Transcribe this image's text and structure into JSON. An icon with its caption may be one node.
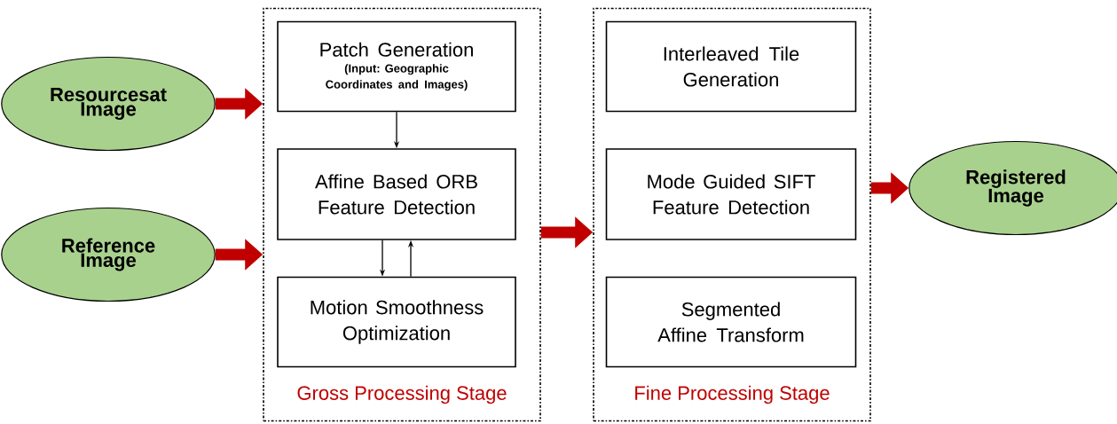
{
  "diagram": {
    "nodes": [
      {
        "text": [
          "Resourcesat Image"
        ]
      },
      {
        "text": [
          "Reference Image"
        ]
      },
      {
        "text": [
          "Gross Processing Stage"
        ]
      },
      {
        "text": [
          "Patch Generation",
          "(Input: Geographic Coordinates and Images)"
        ],
        "in": 2
      },
      {
        "text": [
          "Affine Based ORB Feature Detection"
        ],
        "in": 2
      },
      {
        "text": [
          "Motion Smoothness Optimization"
        ],
        "in": 2
      },
      {
        "text": [
          "Fine Processing Stage"
        ]
      },
      {
        "text": [
          "Interleaved Tile Generation"
        ],
        "in": 6
      },
      {
        "text": [
          "Mode Guided SIFT Feature Detection"
        ],
        "in": 6
      },
      {
        "text": [
          "Segmented Affine Transform"
        ],
        "in": 6
      },
      {
        "text": [
          "Registered Image"
        ]
      }
    ],
    "edges": [
      {
        "from": 0,
        "to": 2,
        "arrow": "to"
      },
      {
        "from": 1,
        "to": 2,
        "arrow": "to"
      },
      {
        "from": 3,
        "to": 4,
        "arrow": "to",
        "color": "#000000"
      },
      {
        "from": 4,
        "to": 5,
        "arrow": "to",
        "color": "#000000"
      },
      {
        "from": 5,
        "to": 4,
        "arrow": "to",
        "color": "#000000"
      },
      {
        "from": 2,
        "to": 6,
        "arrow": "to"
      },
      {
        "from": 6,
        "to": 10,
        "arrow": "to"
      }
    ]
  }
}
